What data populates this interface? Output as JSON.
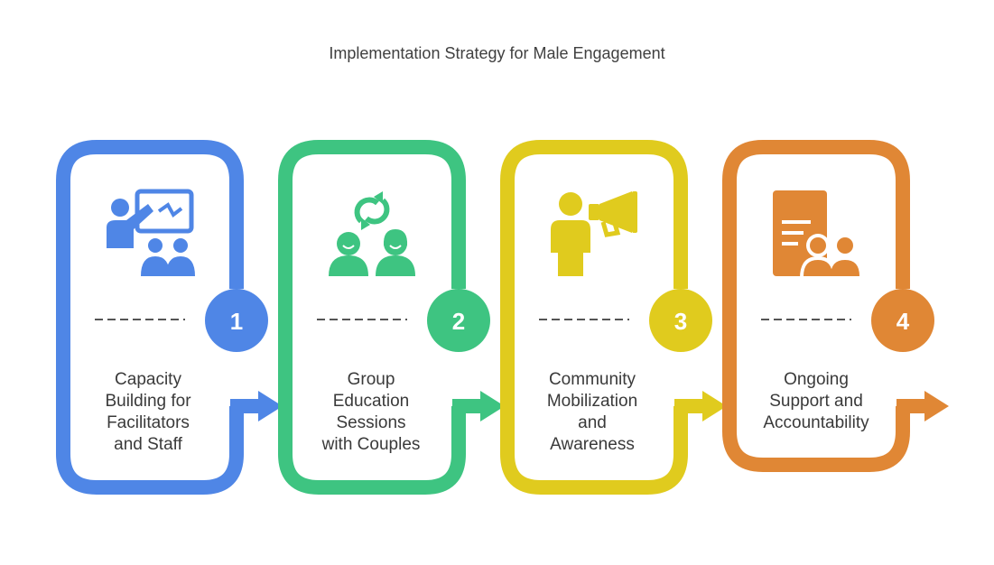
{
  "title": "Implementation Strategy for Male Engagement",
  "steps": [
    {
      "number": "1",
      "color": "#4f86e6",
      "icon": "trainer-presentation-icon",
      "lines": [
        "Capacity",
        "Building for",
        "Facilitators",
        "and Staff"
      ]
    },
    {
      "number": "2",
      "color": "#3ec481",
      "icon": "couple-exchange-icon",
      "lines": [
        "Group",
        "Education",
        "Sessions",
        "with Couples"
      ]
    },
    {
      "number": "3",
      "color": "#e0cb1e",
      "icon": "megaphone-person-icon",
      "lines": [
        "Community",
        "Mobilization",
        "and",
        "Awareness"
      ]
    },
    {
      "number": "4",
      "color": "#e08735",
      "icon": "document-people-icon",
      "lines": [
        "Ongoing",
        "Support and",
        "Accountability"
      ]
    }
  ]
}
